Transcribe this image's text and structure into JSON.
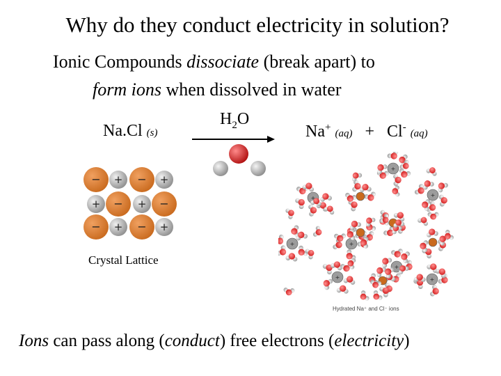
{
  "slide": {
    "title": "Why do they conduct electricity in solution?",
    "line1": {
      "pre": "Ionic Compounds ",
      "em": "dissociate",
      "post": " (break apart) to"
    },
    "line2": {
      "em": "form ions",
      "post": " when dissolved in water"
    },
    "equation": {
      "reactant": "Na.Cl ",
      "reactant_state": "(s)",
      "solvent_h": "H",
      "solvent_sub": "2",
      "solvent_o": "O",
      "na": "Na",
      "na_charge": "+",
      "na_state": "(aq)",
      "plus": "+",
      "cl": "Cl",
      "cl_charge": "-",
      "cl_state": "(aq)"
    },
    "crystal_label": "Crystal Lattice",
    "hydrated_caption": "Hydrated Na⁺ and Cl⁻ ions",
    "bottom": {
      "em1": "Ions",
      "t1": " can pass along (",
      "em2": "conduct",
      "t2": ") free electrons (",
      "em3": "electricity",
      "t3": ")"
    }
  },
  "colors": {
    "sodium": "#c96a1e",
    "chloride": "#a9a9a9",
    "oxygen": "#d42020",
    "hydrogen": "#c8c8c8"
  },
  "icons": {
    "lattice": "nacl-crystal-lattice-icon",
    "water": "water-molecule-icon",
    "hydrated": "hydrated-ions-icon"
  }
}
